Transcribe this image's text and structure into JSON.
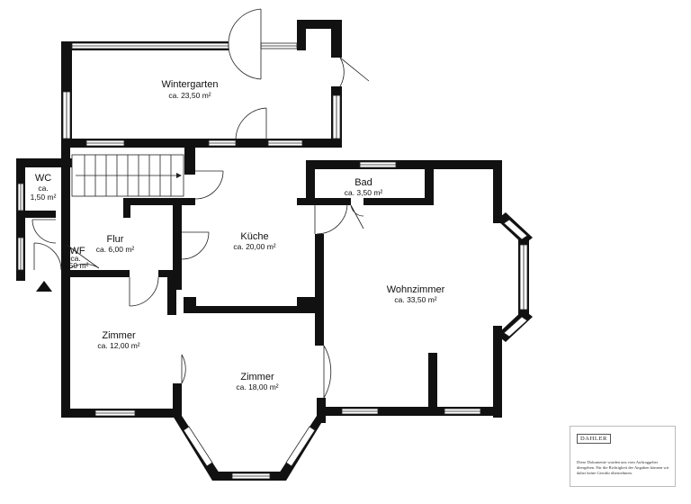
{
  "rooms": {
    "wintergarten": {
      "name": "Wintergarten",
      "area": "ca. 23,50 m²"
    },
    "wc": {
      "name": "WC",
      "area_line1": "ca.",
      "area_line2": "1,50 m²"
    },
    "bad": {
      "name": "Bad",
      "area": "ca. 3,50 m²"
    },
    "flur": {
      "name": "Flur",
      "area": "ca. 6,00 m²"
    },
    "kueche": {
      "name": "Küche",
      "area": "ca. 20,00 m²"
    },
    "wf": {
      "name": "WF",
      "area_line1": "ca.",
      "area_line2": "2,50 m²"
    },
    "wohnzimmer": {
      "name": "Wohnzimmer",
      "area": "ca. 33,50 m²"
    },
    "zimmer_left": {
      "name": "Zimmer",
      "area": "ca. 12,00 m²"
    },
    "zimmer_bottom": {
      "name": "Zimmer",
      "area": "ca. 18,00 m²"
    }
  },
  "legend": {
    "brand": "DAHLER",
    "disclaimer": "Diese Dokumente wurden uns vom Auftraggeber übergeben. Für die Richtigkeit der Angaben können wir daher keine Gewähr übernehmen."
  },
  "icons": {
    "entrance": "entrance-arrow-icon"
  },
  "colors": {
    "wall": "#111111",
    "background": "#ffffff"
  }
}
